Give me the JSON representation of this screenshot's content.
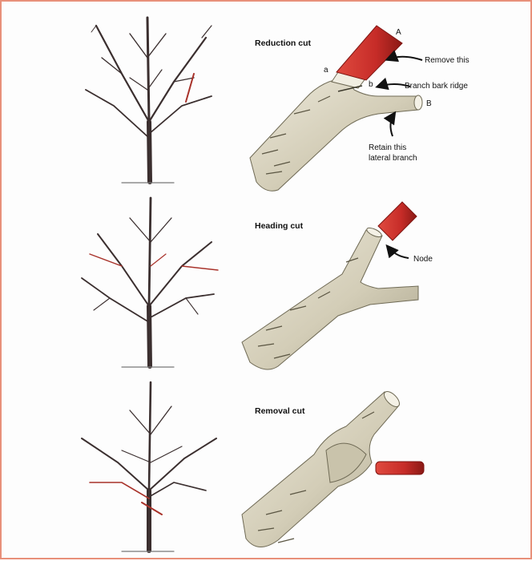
{
  "panels": [
    {
      "title": "Reduction cut",
      "letters": {
        "a": "a",
        "b": "b",
        "A": "A",
        "B": "B"
      },
      "callouts": {
        "remove": "Remove this",
        "ridge": "Branch bark ridge",
        "retain_1": "Retain this",
        "retain_2": "lateral branch"
      }
    },
    {
      "title": "Heading cut",
      "callouts": {
        "node": "Node"
      }
    },
    {
      "title": "Removal cut"
    }
  ],
  "colors": {
    "frame": "#e8907a",
    "wood": "#d8d3c0",
    "wood_shadow": "#8f8a72",
    "cut_red": "#c62c28",
    "cut_red_dark": "#7e1512",
    "branch": "#3b2f2f",
    "branch_red": "#a8322a"
  }
}
